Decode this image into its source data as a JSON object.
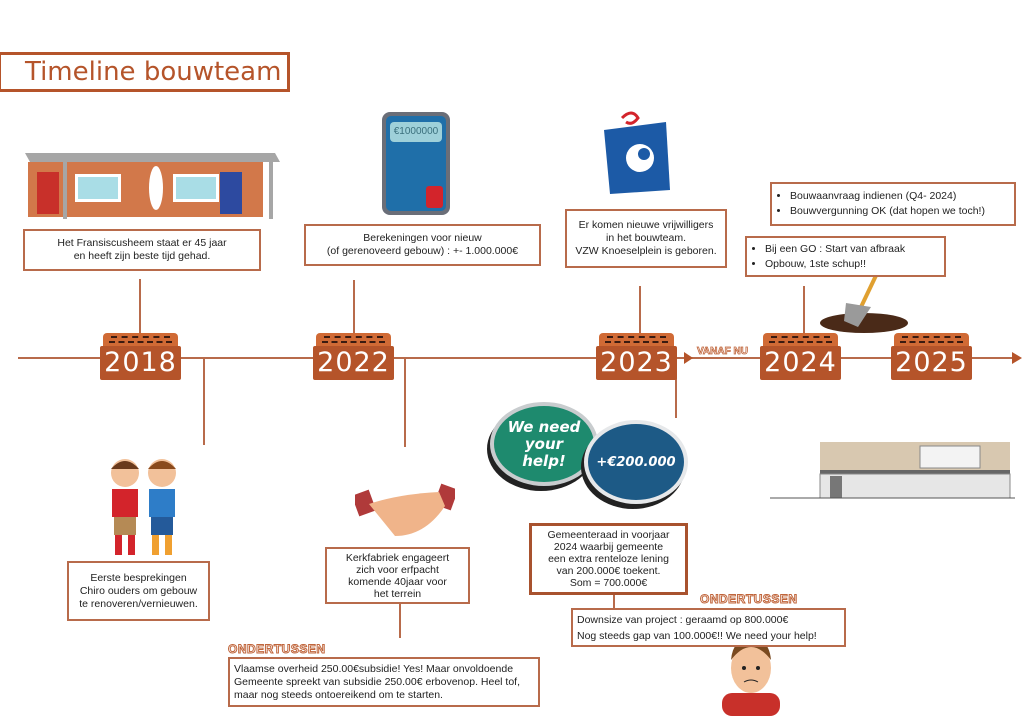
{
  "title": "Timeline bouwteam",
  "years": [
    "2018",
    "2022",
    "2023",
    "2024",
    "2025"
  ],
  "vanaf_nu": "VANAF NU",
  "calculator_display": "€1000000",
  "events": {
    "e2018_top": [
      "Het Fransiscusheem staat er 45 jaar",
      "en heeft zijn beste tijd gehad."
    ],
    "e2022_top": [
      "Berekeningen voor nieuw",
      "(of gerenoveerd gebouw) : +- 1.000.000€"
    ],
    "e2023_top": [
      "Er komen nieuwe vrijwilligers",
      "in het bouwteam.",
      "VZW Knoeselplein is geboren."
    ],
    "e2024_top_a": [
      "Bouwaanvraag indienen (Q4- 2024)",
      "Bouwvergunning OK (dat hopen we toch!)"
    ],
    "e2024_top_b": [
      "Bij een GO : Start van afbraak",
      "Opbouw, 1ste schup!!"
    ],
    "e2018_bottom": [
      "Eerste besprekingen",
      "Chiro ouders om gebouw",
      "te renoveren/vernieuwen."
    ],
    "e2022_bottom": [
      "Kerkfabriek engageert",
      "zich voor erfpacht",
      "komende 40jaar voor",
      "het terrein"
    ],
    "e2023_bottom": [
      "Gemeenteraad in voorjaar",
      "2024 waarbij gemeente",
      "een extra renteloze lening",
      "van 200.000€ toekent.",
      "Som = 700.000€"
    ]
  },
  "meanwhile_1": {
    "label": "ONDERTUSSEN",
    "lines": [
      "Vlaamse overheid 250.00€subsidie! Yes! Maar onvoldoende",
      "Gemeente spreekt van subsidie 250.00€ erbovenop. Heel tof,",
      "maar nog steeds ontoereikend om te starten."
    ]
  },
  "meanwhile_2": {
    "label": "ONDERTUSSEN",
    "lines": [
      "Downsize van project : geraamd op 800.000€",
      "Nog steeds gap van 100.000€!! We need your help!"
    ]
  },
  "bubble_help": "We need your help!",
  "bubble_amount": "+€200.000",
  "colors": {
    "brick": "#b5542a",
    "border": "#b86b4b",
    "green": "#1e8a6e",
    "blue": "#1d5a86"
  }
}
